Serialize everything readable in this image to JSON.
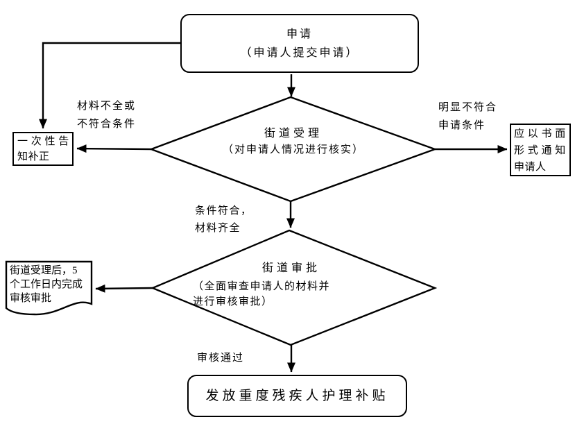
{
  "colors": {
    "line": "#000000",
    "background": "#ffffff",
    "text": "#000000"
  },
  "nodes": {
    "start": "申请\n（申请人提交申请）",
    "decision1_title": "街道受理",
    "decision1_subtitle": "（对申请人情况进行核实）",
    "notify_correction": "一 次 性 告\n知补正",
    "written_notice": "应 以 书 面\n形 式 通 知\n申请人",
    "decision2_title": "街道审批",
    "decision2_subtitle": "（全面审查申请人的材料并\n进行审核审批）",
    "document_note": "街道受理后，5\n个工作日内完成\n审核审批",
    "end": "发放重度残疾人护理补贴"
  },
  "edge_labels": {
    "materials_incomplete": "材料不全或\n不符合条件",
    "clearly_ineligible": "明显不符合\n申请条件",
    "conditions_met": "条件符合，\n材料齐全",
    "approved": "审核通过"
  }
}
